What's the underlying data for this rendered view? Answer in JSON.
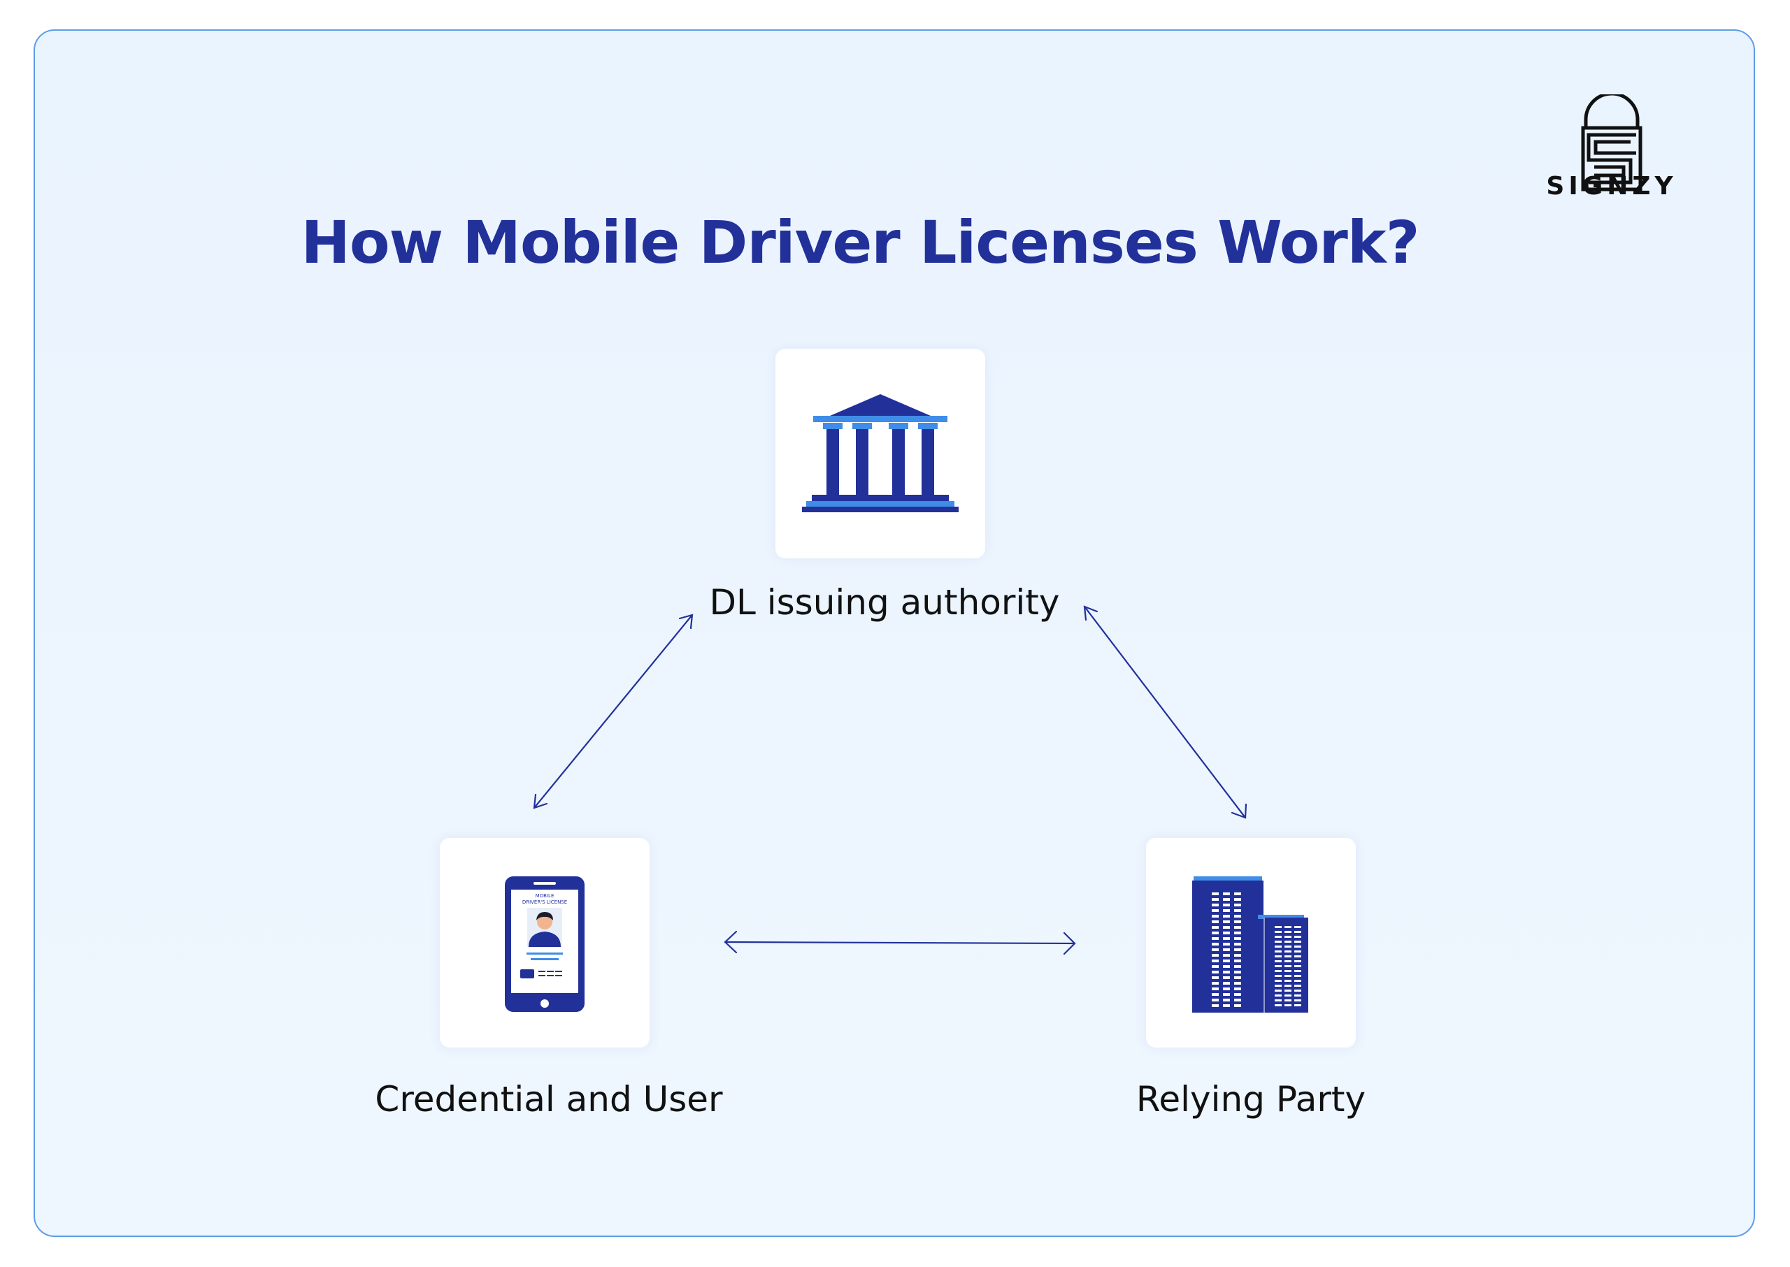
{
  "title": "How Mobile Driver Licenses Work?",
  "brand": {
    "name": "SIGNZY"
  },
  "nodes": {
    "issuer": {
      "label": "DL issuing authority",
      "icon": "government-building-icon"
    },
    "user": {
      "label": "Credential and User",
      "icon": "mobile-license-phone-icon",
      "screen_text_line1": "MOBILE",
      "screen_text_line2": "DRIVER'S LICENSE"
    },
    "relying_party": {
      "label": "Relying Party",
      "icon": "office-buildings-icon"
    }
  },
  "edges": [
    {
      "from": "user",
      "to": "issuer",
      "direction": "both"
    },
    {
      "from": "issuer",
      "to": "relying_party",
      "direction": "both"
    },
    {
      "from": "user",
      "to": "relying_party",
      "direction": "both"
    }
  ],
  "colors": {
    "primary": "#22309a",
    "accent": "#3f8de8",
    "panel_border": "#5b9ee6",
    "panel_bg": "#edf5fe"
  }
}
